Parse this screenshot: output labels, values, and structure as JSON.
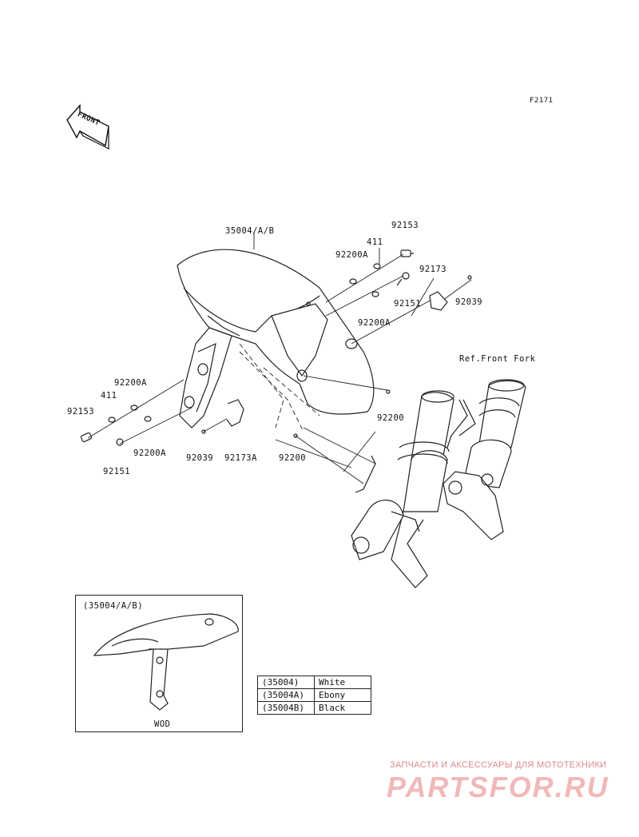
{
  "figure_code": "F2171",
  "front_arrow": "FRONT",
  "labels": {
    "fender": "35004/A/B",
    "p92153_top": "92153",
    "p411_top": "411",
    "p92200A_top": "92200A",
    "p92173": "92173",
    "p92151_right": "92151",
    "p92039_right": "92039",
    "p92200A_right": "92200A",
    "ref_front_fork": "Ref.Front Fork",
    "p92200_right": "92200",
    "p92200A_left": "92200A",
    "p411_left": "411",
    "p92153_left": "92153",
    "p92200A_left_low": "92200A",
    "p92151_left": "92151",
    "p92039_mid": "92039",
    "p92173A": "92173A",
    "p92200_mid": "92200"
  },
  "inset": {
    "title": "(35004/A/B)",
    "caption": "WOD"
  },
  "color_table": [
    {
      "code": "(35004)",
      "color": "White"
    },
    {
      "code": "(35004A)",
      "color": "Ebony"
    },
    {
      "code": "(35004B)",
      "color": "Black"
    }
  ],
  "watermark": {
    "line1": "ЗАПЧАСТИ И АКСЕССУАРЫ ДЛЯ МОТОТЕХНИКИ",
    "line2": "PARTSFOR.RU"
  }
}
